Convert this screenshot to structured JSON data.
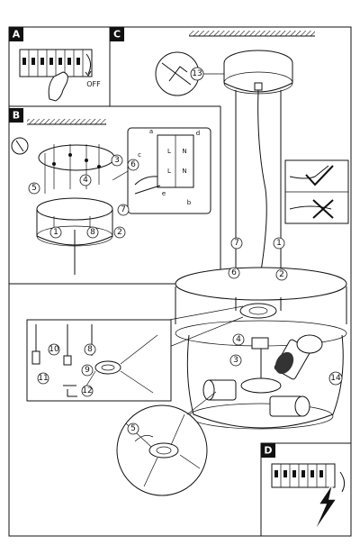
{
  "panels": {
    "A": {
      "label": "A",
      "off_text": "OFF"
    },
    "B": {
      "label": "B",
      "letters": [
        "a",
        "b",
        "c",
        "d",
        "e"
      ],
      "terminals": [
        "L",
        "N",
        "L",
        "N"
      ]
    },
    "C": {
      "label": "C"
    },
    "D": {
      "label": "D"
    }
  },
  "callouts": [
    "1",
    "2",
    "3",
    "4",
    "5",
    "6",
    "7",
    "8",
    "9",
    "10",
    "11",
    "12",
    "13",
    "14"
  ]
}
